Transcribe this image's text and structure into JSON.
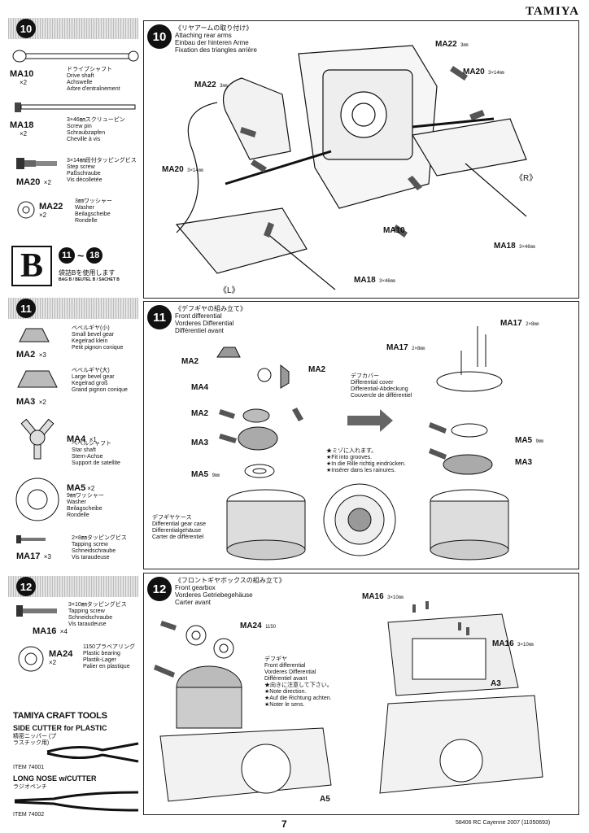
{
  "brand": "TAMIYA",
  "footer": {
    "page_number": "7",
    "product": "58406 RC Cayenne 2007 (11050693)"
  },
  "step10": {
    "num": "10",
    "title_jp": "《リヤアームの取り付け》",
    "title_en": "Attaching rear arms",
    "title_de": "Einbau der hinteren Arme",
    "title_fr": "Fixation des triangles arrière",
    "parts": [
      {
        "code": "MA10",
        "qty": "×2",
        "jp": "ドライブシャフト",
        "en": "Drive shaft",
        "de": "Achswelle",
        "fr": "Arbre d'entraînement"
      },
      {
        "code": "MA18",
        "qty": "×2",
        "jp": "3×46㎜スクリューピン",
        "en": "Screw pin",
        "de": "Schraubzapfen",
        "fr": "Cheville à vis"
      },
      {
        "code": "MA20",
        "qty": "×2",
        "jp": "3×14㎜段付タッピングビス",
        "en": "Step screw",
        "de": "Paßschraube",
        "fr": "Vis décolletée"
      },
      {
        "code": "MA22",
        "qty": "×2",
        "jp": "3㎜ワッシャー",
        "en": "Washer",
        "de": "Beilagscheibe",
        "fr": "Rondelle"
      }
    ],
    "callouts": {
      "ma22_top": "MA22",
      "ma22_top_size": "3㎜",
      "ma20_top": "MA20",
      "ma20_top_size": "3×14㎜",
      "ma22_left": "MA22",
      "ma22_left_size": "3㎜",
      "ma20_left": "MA20",
      "ma20_left_size": "3×14㎜",
      "r": "《R》",
      "l": "《L》",
      "ma10": "MA10",
      "ma18_right": "MA18",
      "ma18_right_size": "3×46㎜",
      "ma18_bottom": "MA18",
      "ma18_bottom_size": "3×46㎜"
    }
  },
  "bagB": {
    "letter": "B",
    "from": "11",
    "tilde": "~",
    "to": "18",
    "jp": "袋詰Bを使用します",
    "langs": "BAG B / BEUTEL B / SACHET B"
  },
  "step11": {
    "num": "11",
    "title_jp": "《デフギヤの組み立て》",
    "title_en": "Front differential",
    "title_de": "Vorderes Differential",
    "title_fr": "Différentiel avant",
    "parts": [
      {
        "code": "MA2",
        "qty": "×3",
        "jp": "ベベルギヤ(小)",
        "en": "Small bevel gear",
        "de": "Kegelrad klein",
        "fr": "Petit pignon conique"
      },
      {
        "code": "MA3",
        "qty": "×2",
        "jp": "ベベルギヤ(大)",
        "en": "Large bevel gear",
        "de": "Kegelrad groß",
        "fr": "Grand pignon conique"
      },
      {
        "code": "MA4",
        "qty": "×1",
        "jp": "ベベルシャフト",
        "en": "Star shaft",
        "de": "Stern-Achse",
        "fr": "Support de satellite"
      },
      {
        "code": "MA5",
        "qty": "×2",
        "jp": "9㎜ワッシャー",
        "en": "Washer",
        "de": "Beilagscheibe",
        "fr": "Rondelle"
      },
      {
        "code": "MA17",
        "qty": "×3",
        "jp": "2×8㎜タッピングビス",
        "en": "Tapping screw",
        "de": "Schneidschraube",
        "fr": "Vis taraudeuse"
      }
    ],
    "callouts": {
      "ma2_a": "MA2",
      "ma2_b": "MA2",
      "ma4": "MA4",
      "ma2_c": "MA2",
      "ma3_left": "MA3",
      "ma5_left": "MA5",
      "ma5_left_size": "9㎜",
      "ma17_top": "MA17",
      "ma17_top_size": "2×8㎜",
      "ma17_left": "MA17",
      "ma17_left_size": "2×8㎜",
      "ma5_right": "MA5",
      "ma5_right_size": "9㎜",
      "ma3_right": "MA3"
    },
    "diff_case": {
      "jp": "デフギヤケース",
      "en": "Differential gear case",
      "de": "Differentialgehäuse",
      "fr": "Carter de différentiel"
    },
    "diff_cover": {
      "jp": "デフカバー",
      "en": "Differential cover",
      "de": "Differential-Abdeckung",
      "fr": "Couvercle de différentiel"
    },
    "grooves": {
      "jp": "★ミゾに入れます。",
      "en": "★Fit into grooves.",
      "de": "★In die Rille richtig eindrücken.",
      "fr": "★Insérer dans les rainures."
    }
  },
  "step12": {
    "num": "12",
    "title_jp": "《フロントギヤボックスの組み立て》",
    "title_en": "Front gearbox",
    "title_de": "Vorderes Getriebegehäuse",
    "title_fr": "Carter avant",
    "parts": [
      {
        "code": "MA16",
        "qty": "×4",
        "jp": "3×10㎜タッピングビス",
        "en": "Tapping screw",
        "de": "Schneidschraube",
        "fr": "Vis taraudeuse"
      },
      {
        "code": "MA24",
        "qty": "×2",
        "jp": "1150プラベアリング",
        "en": "Plastic bearing",
        "de": "Plastik-Lager",
        "fr": "Palier en plastique"
      }
    ],
    "callouts": {
      "ma24": "MA24",
      "ma24_size": "1150",
      "ma16_top": "MA16",
      "ma16_top_size": "3×10㎜",
      "ma16_right": "MA16",
      "ma16_right_size": "3×10㎜",
      "a3": "A3",
      "a5": "A5"
    },
    "diff_note": {
      "jp": "デフギヤ",
      "en": "Front differential",
      "de": "Vorderes Differential",
      "fr": "Différentiel avant",
      "n1": "★向きに注意して下さい。",
      "n2": "★Note direction.",
      "n3": "★Auf die Richtung achten.",
      "n4": "★Noter le sens."
    }
  },
  "tools": {
    "header": "TAMIYA CRAFT TOOLS",
    "tool1_name": "SIDE CUTTER for PLASTIC",
    "tool1_jp": "精密ニッパー (プラスチック用)",
    "tool1_item": "ITEM 74001",
    "tool2_name": "LONG NOSE w/CUTTER",
    "tool2_jp": "ラジオペンチ",
    "tool2_item": "ITEM 74002"
  }
}
